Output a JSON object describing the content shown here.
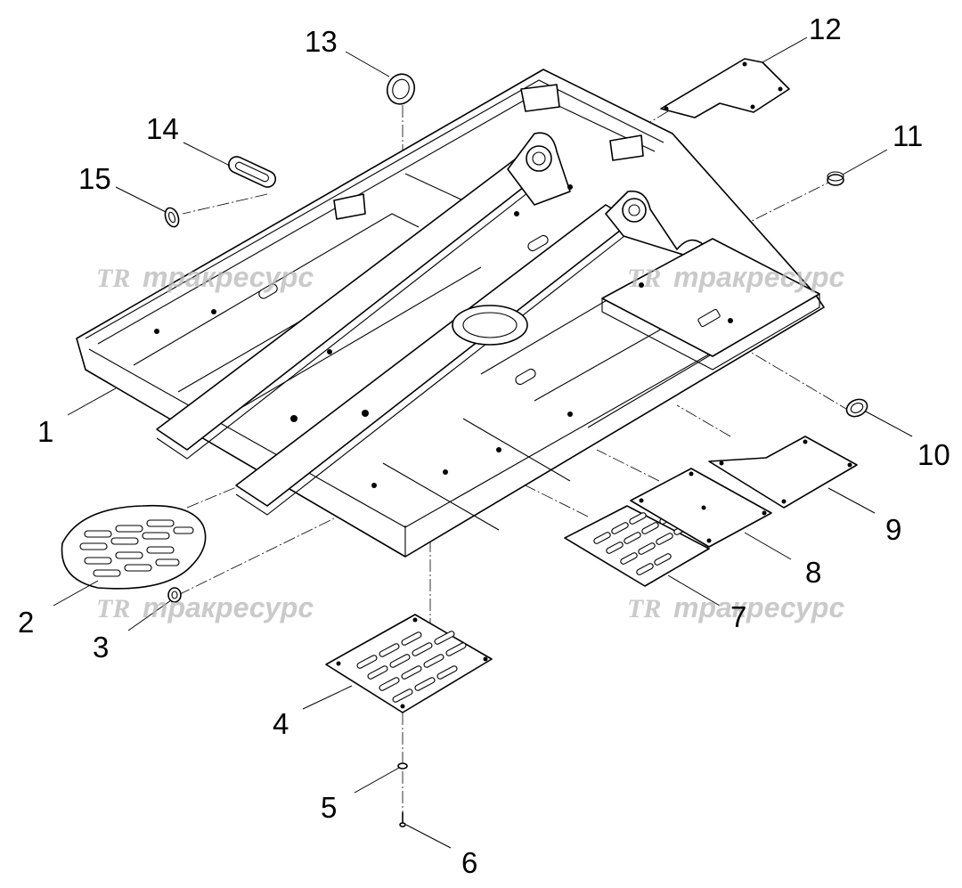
{
  "callouts": [
    {
      "id": "1",
      "label": "1"
    },
    {
      "id": "2",
      "label": "2"
    },
    {
      "id": "3",
      "label": "3"
    },
    {
      "id": "4",
      "label": "4"
    },
    {
      "id": "5",
      "label": "5"
    },
    {
      "id": "6",
      "label": "6"
    },
    {
      "id": "7",
      "label": "7"
    },
    {
      "id": "8",
      "label": "8"
    },
    {
      "id": "9",
      "label": "9"
    },
    {
      "id": "10",
      "label": "10"
    },
    {
      "id": "11",
      "label": "11"
    },
    {
      "id": "12",
      "label": "12"
    },
    {
      "id": "13",
      "label": "13"
    },
    {
      "id": "14",
      "label": "14"
    },
    {
      "id": "15",
      "label": "15"
    }
  ],
  "watermark": {
    "logo": "TR",
    "text": "тракресурс"
  }
}
